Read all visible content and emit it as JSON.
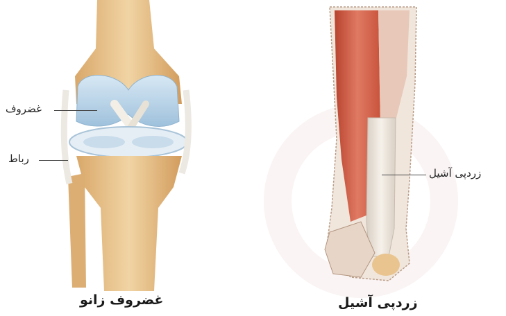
{
  "knee": {
    "caption": "غضروف زانو",
    "labels": {
      "cartilage": "غضروف",
      "ligament": "رباط"
    }
  },
  "achilles": {
    "caption": "زردپی آشیل",
    "labels": {
      "tendon": "زردپی آشیل"
    }
  },
  "colors": {
    "bone": "#e9c48f",
    "cartilage": "#bcd6ea",
    "muscle": "#d9614a",
    "tendon": "#ede6dc",
    "watermark": "#f3e3e3"
  }
}
